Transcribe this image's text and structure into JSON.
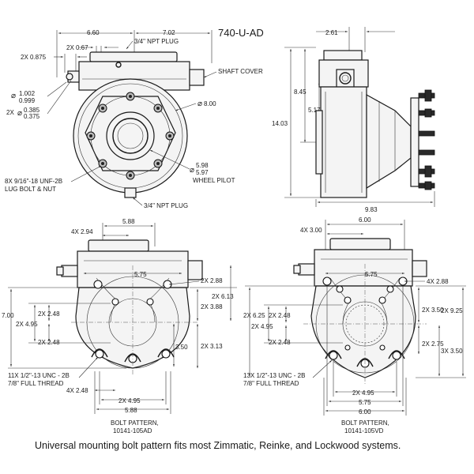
{
  "title": "740-U-AD",
  "caption": "Universal mounting bolt pattern fits most Zimmatic, Reinke, and Lockwood systems.",
  "top_left_view": {
    "dim_6_60": "6.60",
    "dim_7_02": "7.02",
    "dim_2x_0_875": "2X 0.875",
    "dim_2x_0_67": "2X 0.67",
    "npt_plug_top": "3/4\" NPT PLUG",
    "shaft_cover": "SHAFT COVER",
    "dia_1_002": "1.002",
    "dia_0_999": "0.999",
    "dia_0_385": "0.385",
    "dia_0_375": "0.375",
    "dia_2x": "2X",
    "dia_8_00": "8.00",
    "dia_5_98": "5.98",
    "dia_5_97": "5.97",
    "wheel_pilot": "WHEEL PILOT",
    "lug_bolt_1": "8X 9/16\"-18 UNF-2B",
    "lug_bolt_2": "LUG BOLT & NUT",
    "npt_plug_bottom": "3/4\" NPT PLUG"
  },
  "top_right_view": {
    "dim_2_61": "2.61",
    "dim_8_45": "8.45",
    "dim_5_17": "5.17",
    "dim_14_03": "14.03",
    "dim_9_83": "9.83"
  },
  "bottom_left_view": {
    "dim_4x_2_94": "4X 2.94",
    "dim_5_88_top": "5.88",
    "dim_5_75": "5.75",
    "dim_2x_2_88": "2X 2.88",
    "dim_2x_6_13": "2X 6.13",
    "dim_2x_3_88": "2X 3.88",
    "dim_7_00": "7.00",
    "dim_2x_2_48_a": "2X 2.48",
    "dim_2x_4_95": "2X 4.95",
    "dim_2x_2_48_b": "2X 2.48",
    "dim_3_50": "3.50",
    "dim_2x_3_13": "2X 3.13",
    "thread_1": "11X 1/2\"-13 UNC - 2B",
    "thread_2": "7/8\" FULL THREAD",
    "dim_4x_2_48": "4X 2.48",
    "dim_2x_4_95_bottom": "2X 4.95",
    "dim_5_88_bottom": "5.88",
    "pattern_1": "BOLT PATTERN,",
    "pattern_2": "10141-105AD"
  },
  "bottom_right_view": {
    "dim_6_00_top": "6.00",
    "dim_4x_3_00": "4X 3.00",
    "dim_5_75": "5.75",
    "dim_4x_2_88": "4X 2.88",
    "dim_2x_6_25": "2X 6.25",
    "dim_2x_2_48_a": "2X 2.48",
    "dim_2x_4_95": "2X 4.95",
    "dim_2x_2_48_b": "2X 2.48",
    "dim_2x_3_50": "2X 3.50",
    "dim_2x_9_25": "2X 9.25",
    "dim_2x_2_75": "2X 2.75",
    "dim_3x_3_50": "3X 3.50",
    "thread_1": "13X 1/2\"-13 UNC - 2B",
    "thread_2": "7/8\" FULL THREAD",
    "dim_2x_4_95_bottom": "2X 4.95",
    "dim_5_75_bottom": "5.75",
    "dim_6_00_bottom": "6.00",
    "pattern_1": "BOLT PATTERN,",
    "pattern_2": "10141-105VD"
  }
}
